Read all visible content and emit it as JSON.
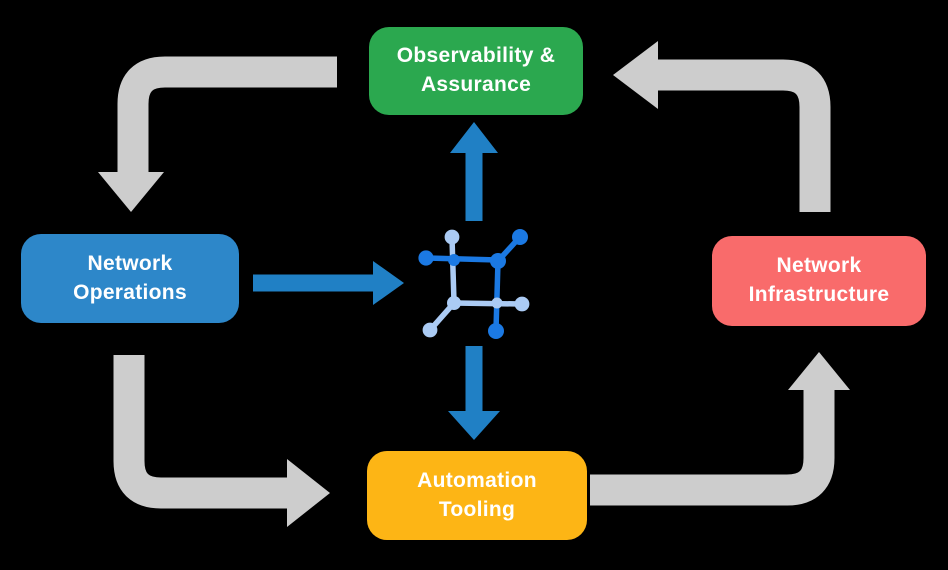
{
  "diagram": {
    "nodes": [
      {
        "id": "observability-assurance",
        "label": "Observability &\nAssurance",
        "color": "#2BA84F"
      },
      {
        "id": "network-operations",
        "label": "Network\nOperations",
        "color": "#2D87C9"
      },
      {
        "id": "network-infrastructure",
        "label": "Network\nInfrastructure",
        "color": "#F96B6B"
      },
      {
        "id": "automation-tooling",
        "label": "Automation\nTooling",
        "color": "#FDB515"
      }
    ],
    "center_icon": "network-automation-icon",
    "flows": {
      "outer_cycle": [
        {
          "from": "Observability & Assurance",
          "to": "Network Operations",
          "style": "gray"
        },
        {
          "from": "Network Operations",
          "to": "Automation Tooling",
          "style": "gray"
        },
        {
          "from": "Automation Tooling",
          "to": "Network Infrastructure",
          "style": "gray"
        },
        {
          "from": "Network Infrastructure",
          "to": "Observability & Assurance",
          "style": "gray"
        }
      ],
      "center_links": [
        {
          "from": "Network Operations",
          "to": "center-icon",
          "style": "blue"
        },
        {
          "from": "center-icon",
          "to": "Observability & Assurance",
          "style": "blue"
        },
        {
          "from": "center-icon",
          "to": "Automation Tooling",
          "style": "blue"
        }
      ]
    }
  },
  "colors": {
    "background": "#000000",
    "green": "#2BA84F",
    "blue": "#2D87C9",
    "red": "#F96B6B",
    "yellow": "#FDB515",
    "arrow-gray": "#CDCDCD",
    "blue-arrow": "#2080C5",
    "icon-dark": "#1B79E3",
    "icon-light": "#ABCBF4",
    "text": "#FFFFFF"
  }
}
